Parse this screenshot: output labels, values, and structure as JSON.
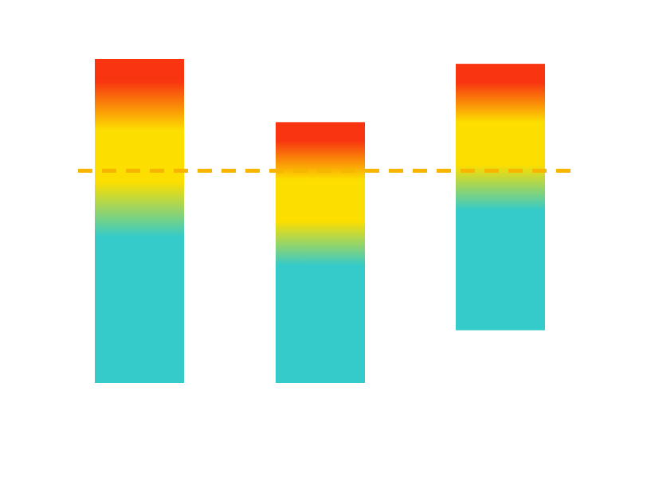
{
  "chart_data": {
    "type": "bar",
    "categories": [
      "",
      "",
      ""
    ],
    "values": [
      {
        "start": 0,
        "end": 100
      },
      {
        "start": 0,
        "end": 80.5
      },
      {
        "start": 16.3,
        "end": 98.5
      }
    ],
    "reference_line": {
      "value": 65.5,
      "style": "dashed",
      "color": "#F7B500"
    },
    "ylim": [
      0,
      100
    ],
    "grid": false,
    "legend": "none",
    "colors": {
      "bar_top": "#F83510",
      "bar_mid": "#FCDE00",
      "bar_bottom": "#34CBCA",
      "reference_line": "#F7B500",
      "background": "#FFFFFF"
    }
  }
}
